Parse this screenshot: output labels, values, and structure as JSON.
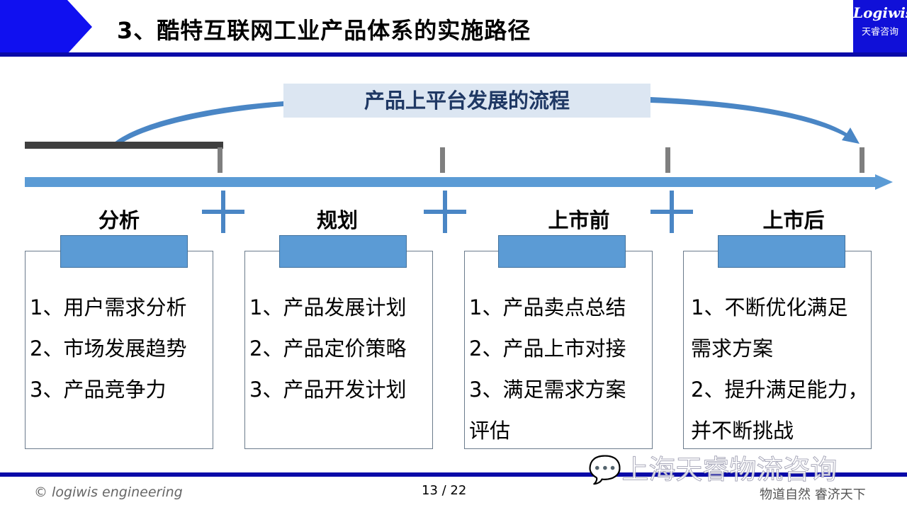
{
  "header": {
    "title": "3、酷特互联网工业产品体系的实施路径",
    "logo_top": "Logiwis",
    "logo_bottom": "天睿咨询"
  },
  "banner": "产品上平台发展的流程",
  "stages": [
    {
      "label": "分析",
      "items": [
        "1、用户需求分析",
        "2、市场发展趋势",
        "3、产品竞争力"
      ]
    },
    {
      "label": "规划",
      "items": [
        "1、产品发展计划",
        "2、产品定价策略",
        "3、产品开发计划"
      ]
    },
    {
      "label": "上市前",
      "items": [
        "1、产品卖点总结",
        "2、产品上市对接",
        "3、满足需求方案",
        "评估"
      ]
    },
    {
      "label": "上市后",
      "items": [
        "1、不断优化满足",
        "需求方案",
        "2、提升满足能力，",
        "并不断挑战"
      ]
    }
  ],
  "watermark": "上海天睿物流咨询",
  "footer": {
    "copyright": "© logiwis engineering",
    "page": "13  / 22",
    "motto": "物道自然  睿济天下"
  }
}
